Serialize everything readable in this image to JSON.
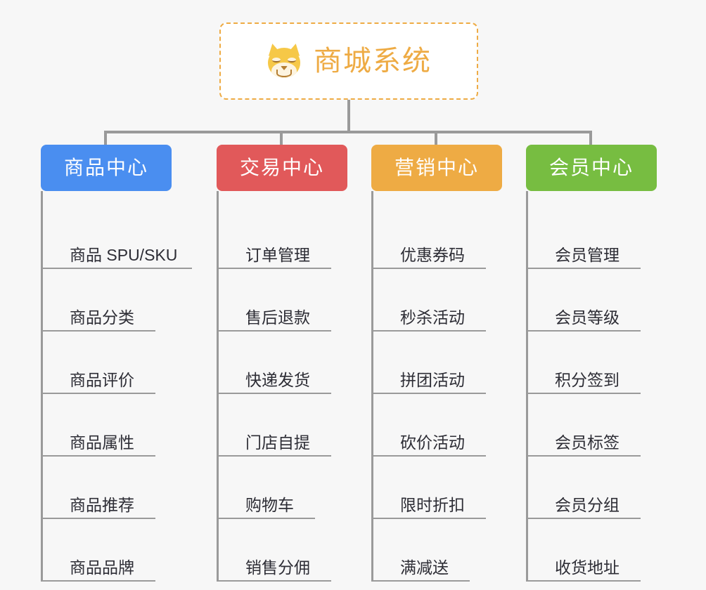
{
  "page": {
    "background_color": "#f7f7f7",
    "connector_color": "#9a9a9a"
  },
  "root": {
    "title": "商城系统",
    "icon": "shiba-inu-emoji",
    "text_color": "#eeab44",
    "border_color": "#eeab44",
    "background_color": "#ffffff"
  },
  "branches": [
    {
      "label": "商品中心",
      "color": "#4a8ef0",
      "items": [
        {
          "label": "商品 SPU/SKU",
          "underline_width": 212
        },
        {
          "label": "商品分类",
          "underline_width": 160
        },
        {
          "label": "商品评价",
          "underline_width": 160
        },
        {
          "label": "商品属性",
          "underline_width": 160
        },
        {
          "label": "商品推荐",
          "underline_width": 160
        },
        {
          "label": "商品品牌",
          "underline_width": 160
        }
      ]
    },
    {
      "label": "交易中心",
      "color": "#e1595a",
      "items": [
        {
          "label": "订单管理",
          "underline_width": 160
        },
        {
          "label": "售后退款",
          "underline_width": 160
        },
        {
          "label": "快递发货",
          "underline_width": 160
        },
        {
          "label": "门店自提",
          "underline_width": 160
        },
        {
          "label": "购物车",
          "underline_width": 137
        },
        {
          "label": "销售分佣",
          "underline_width": 160
        }
      ]
    },
    {
      "label": "营销中心",
      "color": "#eeab44",
      "items": [
        {
          "label": "优惠券码",
          "underline_width": 160
        },
        {
          "label": "秒杀活动",
          "underline_width": 160
        },
        {
          "label": "拼团活动",
          "underline_width": 160
        },
        {
          "label": "砍价活动",
          "underline_width": 160
        },
        {
          "label": "限时折扣",
          "underline_width": 160
        },
        {
          "label": "满减送",
          "underline_width": 137
        }
      ]
    },
    {
      "label": "会员中心",
      "color": "#77bd41",
      "items": [
        {
          "label": "会员管理",
          "underline_width": 160
        },
        {
          "label": "会员等级",
          "underline_width": 160
        },
        {
          "label": "积分签到",
          "underline_width": 160
        },
        {
          "label": "会员标签",
          "underline_width": 160
        },
        {
          "label": "会员分组",
          "underline_width": 160
        },
        {
          "label": "收货地址",
          "underline_width": 160
        }
      ]
    }
  ]
}
